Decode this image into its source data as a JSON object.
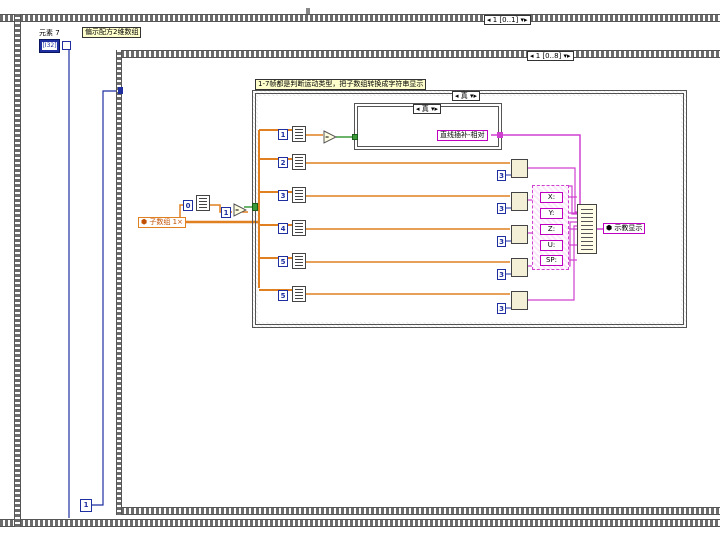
{
  "outer_loop": {
    "selector": "1 [0..1]"
  },
  "element_label": "元素 7",
  "element_const": "[I32]",
  "comment_top": "偏示配方2维数组",
  "inner_loop": {
    "selector": "1 [0..8]"
  },
  "case_comment": "1-7帧都是判断运动类型，把子数组转换成字符串显示",
  "case_selector": "真",
  "inner_case_selector": "真",
  "motion_string": "直线插补-相对",
  "sub_array_label": "子数组",
  "sub_array_suffix": "1×",
  "index_constants": [
    "0",
    "1",
    "1",
    "2",
    "3",
    "4",
    "5",
    "5"
  ],
  "label_consts": [
    "3",
    "3",
    "3",
    "3",
    "3"
  ],
  "axis_labels": [
    "X:",
    "Y:",
    "Z:",
    "U:",
    "SP:"
  ],
  "output_label": "示教显示",
  "loop_count_const": "1",
  "colors": {
    "orange": "#e08020",
    "pink": "#d040d0",
    "blue": "#1f2fa0",
    "green": "#3a9a3a"
  }
}
